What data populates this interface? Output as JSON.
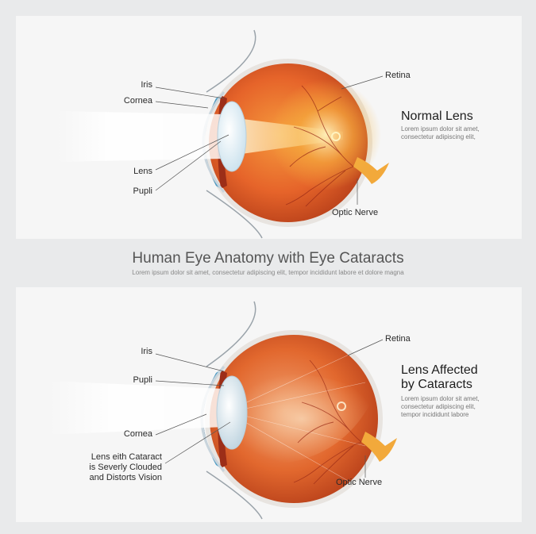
{
  "top": {
    "labels": {
      "iris": "Iris",
      "cornea": "Cornea",
      "lens": "Lens",
      "pupli": "Pupli",
      "retina": "Retina",
      "optic_nerve": "Optic Nerve"
    },
    "heading": "Normal Lens",
    "description": [
      "Lorem ipsum dolor sit amet,",
      "consectetur adipiscing elit,"
    ]
  },
  "title": "Human Eye Anatomy with Eye Cataracts",
  "subtitle": "Lorem ipsum dolor sit amet, consectetur adipiscing elit, tempor incididunt labore et dolore magna",
  "bottom": {
    "labels": {
      "iris": "Iris",
      "pupli": "Pupli",
      "cornea": "Cornea",
      "cataract": [
        "Lens eith Cataract",
        "is Severly Clouded",
        "and Distorts Vision"
      ],
      "retina": "Retina",
      "optic_nerve": "Optic Nerve"
    },
    "heading": [
      "Lens Affected",
      "by Cataracts"
    ],
    "description": [
      "Lorem ipsum dolor sit amet,",
      "consectetur adipiscing elit,",
      "tempor incididunt labore"
    ]
  },
  "colors": {
    "eyeball": "#e6642a",
    "eyeball_dark": "#b8401a",
    "retina_glow": "#f7b540",
    "cornea_blue": "#2f7fb0",
    "optic_nerve": "#f2a93b",
    "background": "#e9eaeb",
    "panel": "#f6f6f6"
  }
}
